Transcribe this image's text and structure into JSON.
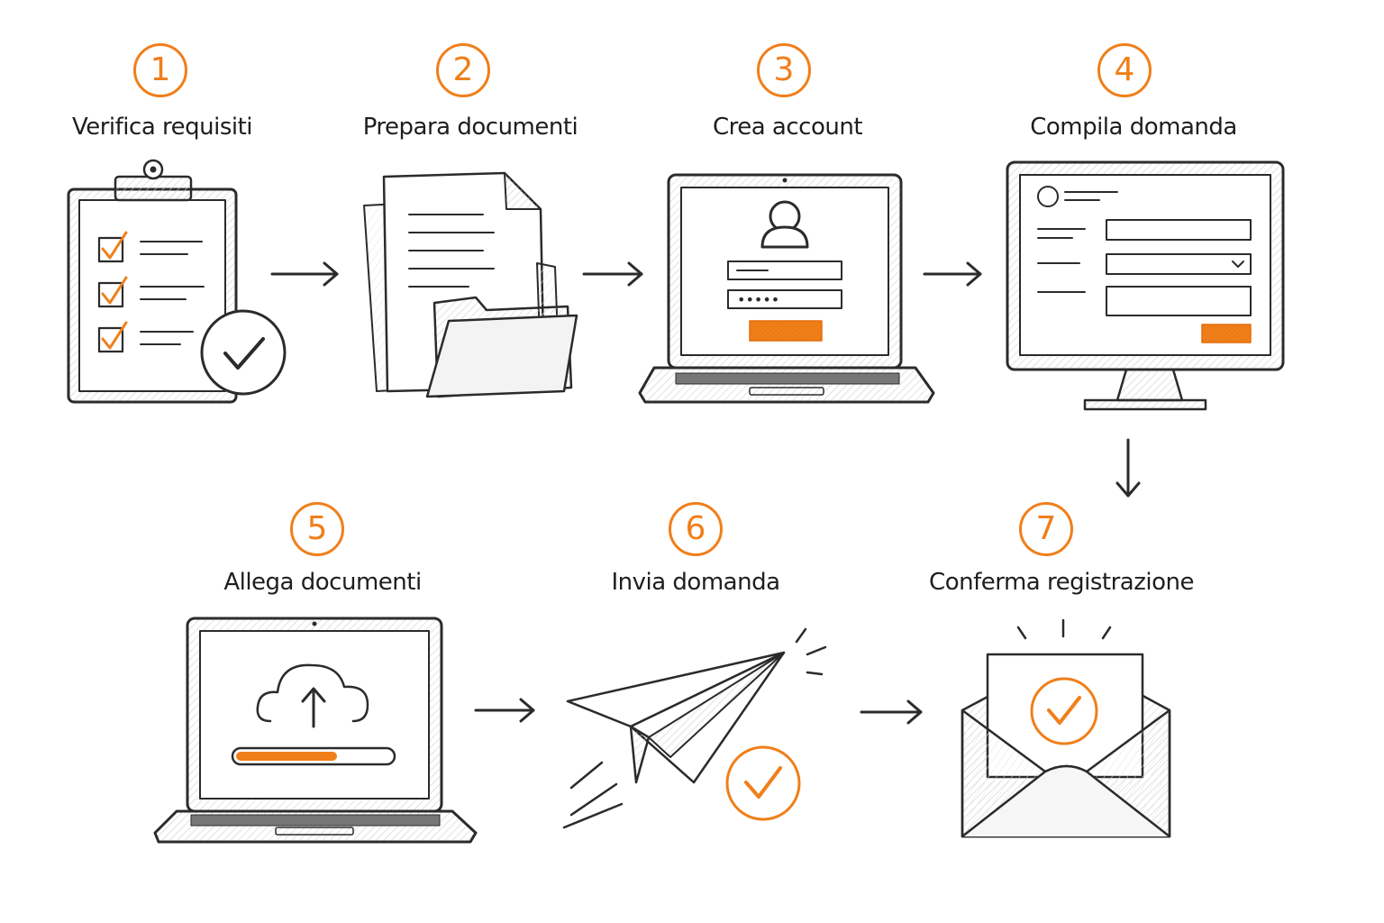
{
  "accent_color": "#f07f1a",
  "ink_color": "#2b2b2b",
  "steps": [
    {
      "number": "1",
      "label": "Verifica requisiti",
      "icon": "clipboard-checklist-icon"
    },
    {
      "number": "2",
      "label": "Prepara documenti",
      "icon": "documents-folder-icon"
    },
    {
      "number": "3",
      "label": "Crea account",
      "icon": "laptop-login-icon"
    },
    {
      "number": "4",
      "label": "Compila domanda",
      "icon": "monitor-form-icon"
    },
    {
      "number": "5",
      "label": "Allega documenti",
      "icon": "laptop-upload-icon"
    },
    {
      "number": "6",
      "label": "Invia domanda",
      "icon": "paper-plane-icon"
    },
    {
      "number": "7",
      "label": "Conferma registrazione",
      "icon": "envelope-check-icon"
    }
  ],
  "login_password_mask": "•••••",
  "upload_progress": 0.65
}
